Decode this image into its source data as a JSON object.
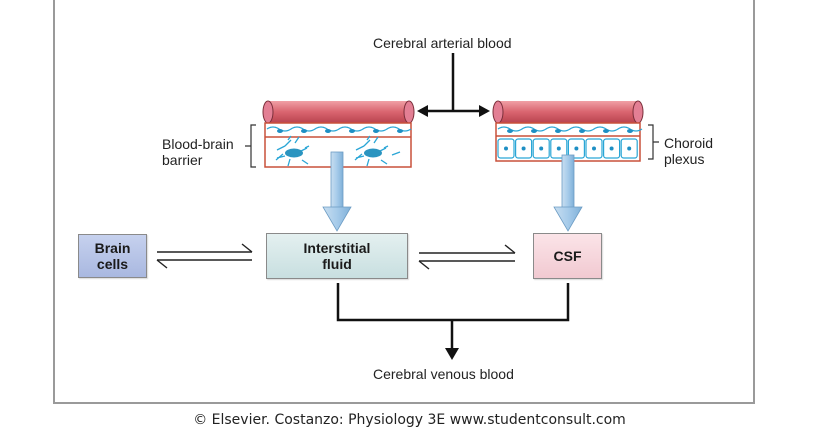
{
  "diagram": {
    "labels": {
      "arterial": "Cerebral arterial blood",
      "venous": "Cerebral venous blood",
      "bbb_line1": "Blood-brain",
      "bbb_line2": "barrier",
      "choroid_line1": "Choroid",
      "choroid_line2": "plexus"
    },
    "nodes": {
      "brain_cells_line1": "Brain",
      "brain_cells_line2": "cells",
      "interstitial_line1": "Interstitial",
      "interstitial_line2": "fluid",
      "csf": "CSF"
    },
    "colors": {
      "vessel": "#d9646f",
      "membrane": "#c9503a",
      "cell_blue": "#2aa6d6",
      "arrow_blue": "#a9cdea",
      "brain_cells_fill": "#b9c6e6",
      "interstitial_fill": "#d3e6e6",
      "csf_fill": "#f6d6dc"
    }
  },
  "footer": {
    "credit": "© Elsevier. Costanzo: Physiology 3E www.studentconsult.com"
  }
}
